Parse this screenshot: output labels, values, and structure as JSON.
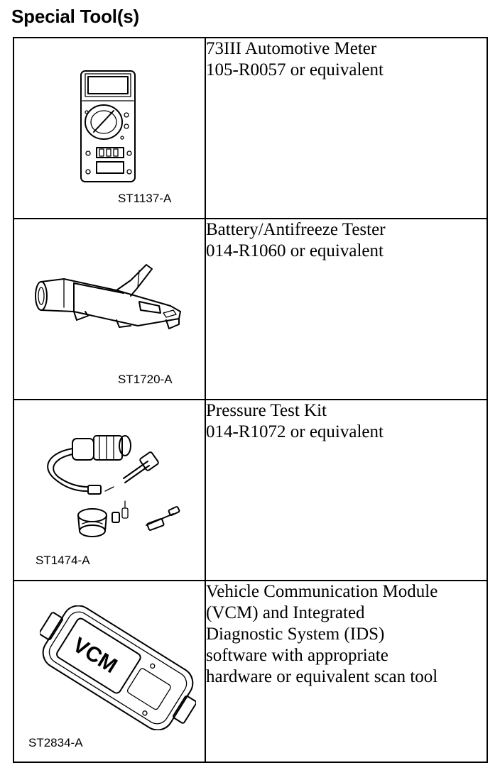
{
  "heading": "Special Tool(s)",
  "tools": [
    {
      "code": "ST1137-A",
      "icon": "multimeter-icon",
      "lines": [
        "73III Automotive Meter",
        "105-R0057 or equivalent"
      ]
    },
    {
      "code": "ST1720-A",
      "icon": "battery-antifreeze-tester-icon",
      "lines": [
        "Battery/Antifreeze Tester",
        "014-R1060 or equivalent"
      ]
    },
    {
      "code": "ST1474-A",
      "icon": "pressure-test-kit-icon",
      "lines": [
        "Pressure Test Kit",
        "014-R1072 or equivalent"
      ]
    },
    {
      "code": "ST2834-A",
      "icon": "vcm-module-icon",
      "device_text": "VCM",
      "lines": [
        "Vehicle Communication Module",
        "(VCM) and Integrated",
        "Diagnostic System (IDS)",
        "software with appropriate",
        "hardware or equivalent scan tool"
      ]
    }
  ]
}
